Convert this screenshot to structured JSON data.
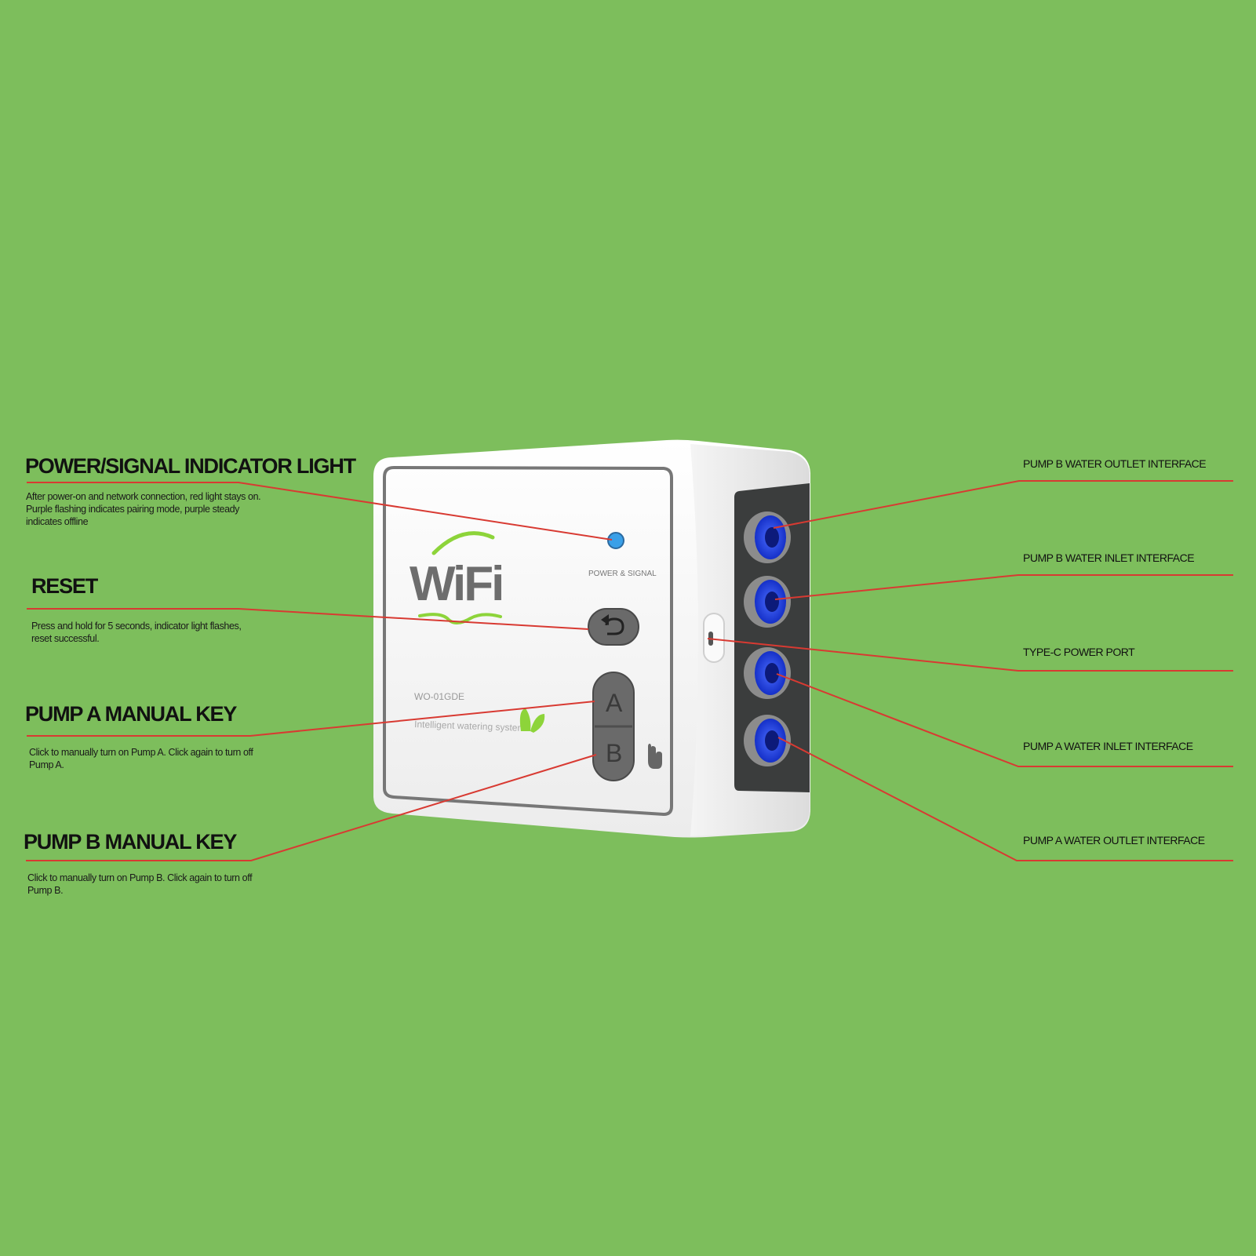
{
  "labels": {
    "power_signal": {
      "title": "POWER/SIGNAL INDICATOR LIGHT",
      "desc": "After power-on and network connection, red light stays on. Purple flashing indicates pairing mode, purple steady indicates offline"
    },
    "reset": {
      "title": "RESET",
      "desc": "Press and hold for 5 seconds, indicator light flashes, reset successful."
    },
    "pump_a_key": {
      "title": "PUMP A MANUAL KEY",
      "desc": "Click to manually turn on Pump A. Click again to turn off Pump A."
    },
    "pump_b_key": {
      "title": "PUMP B MANUAL KEY",
      "desc": "Click to manually turn on Pump B. Click again to turn off Pump B."
    },
    "pump_b_outlet": "PUMP B WATER OUTLET INTERFACE",
    "pump_b_inlet": "PUMP B WATER INLET INTERFACE",
    "type_c": "TYPE-C POWER PORT",
    "pump_a_inlet": "PUMP A WATER INLET INTERFACE",
    "pump_a_outlet": "PUMP A WATER OUTLET INTERFACE"
  },
  "device": {
    "logo_text": "WiFi",
    "led_caption": "POWER & SIGNAL",
    "model": "WO-01GDE",
    "tagline": "Intelligent watering system",
    "key_a": "A",
    "key_b": "B",
    "reset_icon": "undo-arrow-icon",
    "hand_icon": "pointing-hand-icon",
    "leaf_icon": "leaf-icon"
  },
  "colors": {
    "background": "#7dbe5c",
    "leader_line": "#d83a32",
    "led": "#3aa0e8",
    "port_blue": "#1f3fd8",
    "wifi_green": "#8dd43a"
  }
}
